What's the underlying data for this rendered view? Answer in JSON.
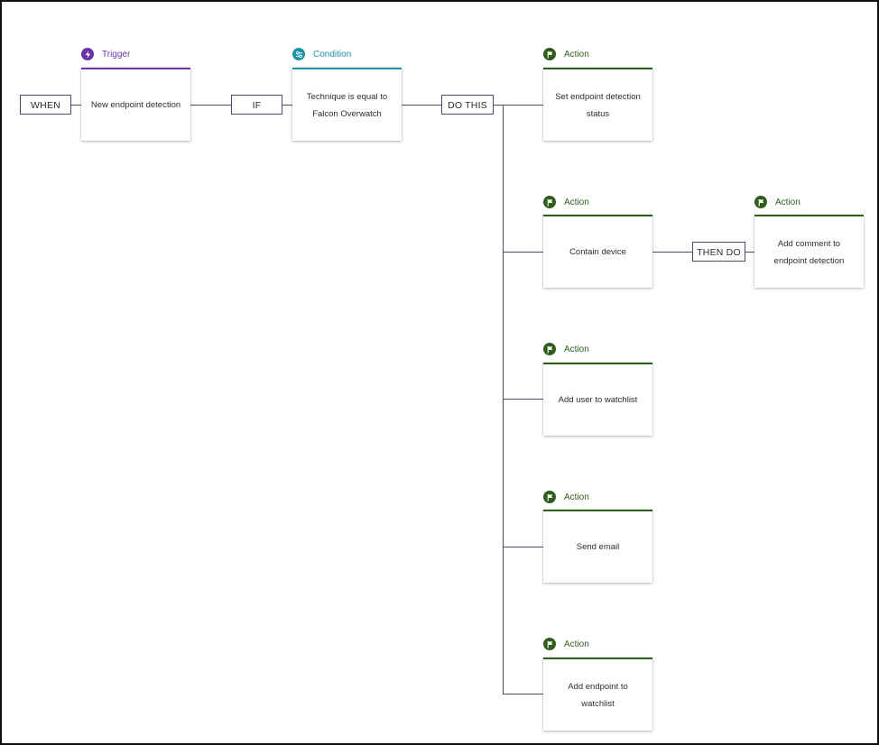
{
  "connectors": {
    "when": "WHEN",
    "if": "IF",
    "do_this": "DO THIS",
    "then_do": "THEN DO"
  },
  "trigger": {
    "type_label": "Trigger",
    "icon": "lightning-bolt-icon",
    "text": "New endpoint detection",
    "color": "#6a33a8"
  },
  "condition": {
    "type_label": "Condition",
    "icon": "condition-sliders-icon",
    "text": "Technique is equal to Falcon Overwatch",
    "color": "#1b93a6"
  },
  "actions": [
    {
      "type_label": "Action",
      "icon": "flag-icon",
      "text": "Set endpoint detection status"
    },
    {
      "type_label": "Action",
      "icon": "flag-icon",
      "text": "Contain device"
    },
    {
      "type_label": "Action",
      "icon": "flag-icon",
      "text": "Add comment to endpoint detection"
    },
    {
      "type_label": "Action",
      "icon": "flag-icon",
      "text": "Add user to watchlist"
    },
    {
      "type_label": "Action",
      "icon": "flag-icon",
      "text": "Send email"
    },
    {
      "type_label": "Action",
      "icon": "flag-icon",
      "text": "Add endpoint to watchlist"
    }
  ],
  "colors": {
    "action": "#2f5e1c",
    "connector_line": "#4a4d6e"
  }
}
